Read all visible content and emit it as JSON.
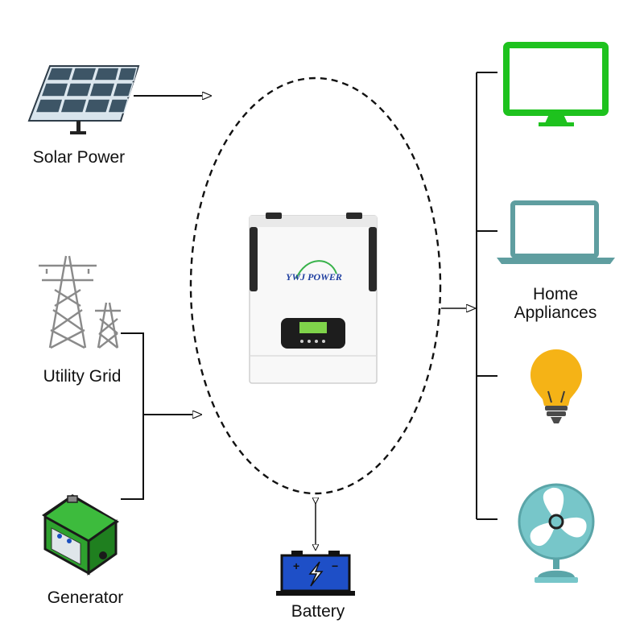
{
  "sources": {
    "solar": "Solar  Power",
    "grid": "Utility Grid",
    "generator": "Generator"
  },
  "inverter": {
    "brand": "YWJ POWER"
  },
  "battery": {
    "label": "Battery",
    "plus": "+",
    "minus": "−"
  },
  "loads": {
    "label_line1": "Home",
    "label_line2": "Appliances"
  },
  "colors": {
    "monitor": "#1ec21e",
    "laptop": "#5f9ea0",
    "bulb": "#f5b316",
    "fan": "#77c6c9",
    "battery": "#1e4fc7",
    "generator": "#2aa12a"
  }
}
